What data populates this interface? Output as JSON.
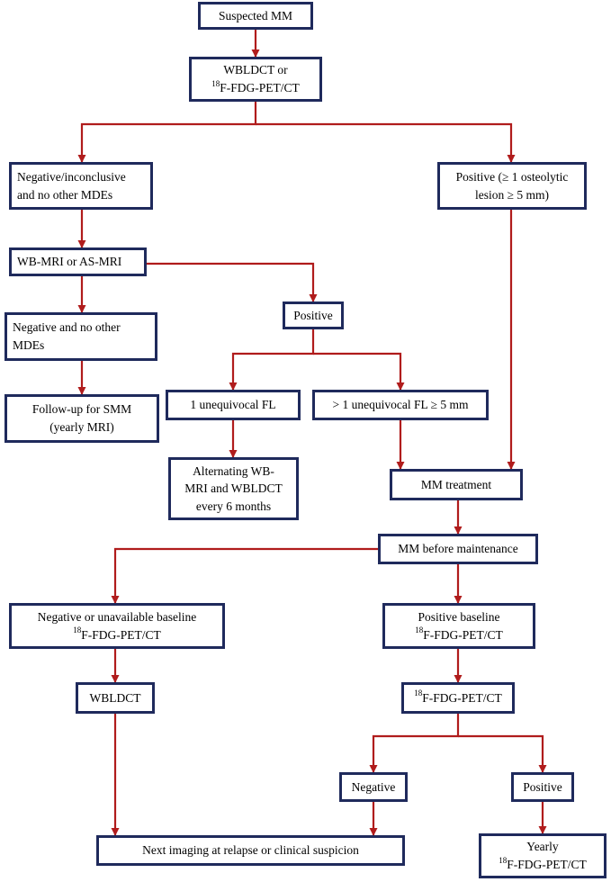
{
  "nodes": {
    "suspected_mm": {
      "lines": [
        "Suspected MM"
      ]
    },
    "wbldct_or_pet": {
      "lines": [
        "WBLDCT or"
      ],
      "sup": "18",
      "suffix": "F-FDG-PET/CT"
    },
    "negative_inconclusive": {
      "lines": [
        "Negative/inconclusive",
        "and no other MDEs"
      ]
    },
    "positive_osteolytic": {
      "lines": [
        "Positive (≥ 1 osteolytic",
        "lesion ≥ 5 mm)"
      ]
    },
    "wb_mri": {
      "lines": [
        "WB-MRI or AS-MRI"
      ]
    },
    "positive_mri": {
      "lines": [
        "Positive"
      ]
    },
    "negative_no_mdes": {
      "lines": [
        "Negative and no other",
        "MDEs"
      ]
    },
    "followup_smm": {
      "lines": [
        "Follow-up for SMM",
        "(yearly MRI)"
      ]
    },
    "one_fl": {
      "lines": [
        "1 unequivocal FL"
      ]
    },
    "more_fl": {
      "lines": [
        "> 1 unequivocal FL ≥ 5 mm"
      ]
    },
    "alternating": {
      "lines": [
        "Alternating WB-",
        "MRI and WBLDCT",
        "every 6 months"
      ]
    },
    "mm_treatment": {
      "lines": [
        "MM treatment"
      ]
    },
    "mm_before_maint": {
      "lines": [
        "MM before maintenance"
      ]
    },
    "negative_baseline": {
      "lines": [
        "Negative or unavailable baseline"
      ],
      "sup": "18",
      "suffix": "F-FDG-PET/CT"
    },
    "positive_baseline": {
      "lines": [
        "Positive baseline"
      ],
      "sup": "18",
      "suffix": "F-FDG-PET/CT"
    },
    "wbldct": {
      "lines": [
        "WBLDCT"
      ]
    },
    "pet_ct": {
      "sup": "18",
      "suffix": "F-FDG-PET/CT"
    },
    "negative_final": {
      "lines": [
        "Negative"
      ]
    },
    "positive_final": {
      "lines": [
        "Positive"
      ]
    },
    "next_imaging": {
      "lines": [
        "Next imaging at relapse or clinical suspicion"
      ]
    },
    "yearly": {
      "lines": [
        "Yearly"
      ],
      "sup": "18",
      "suffix": "F-FDG-PET/CT"
    }
  },
  "colors": {
    "node_border": "#1F2A5C",
    "arrow": "#B01C1C",
    "background": "#FFFFFF"
  }
}
